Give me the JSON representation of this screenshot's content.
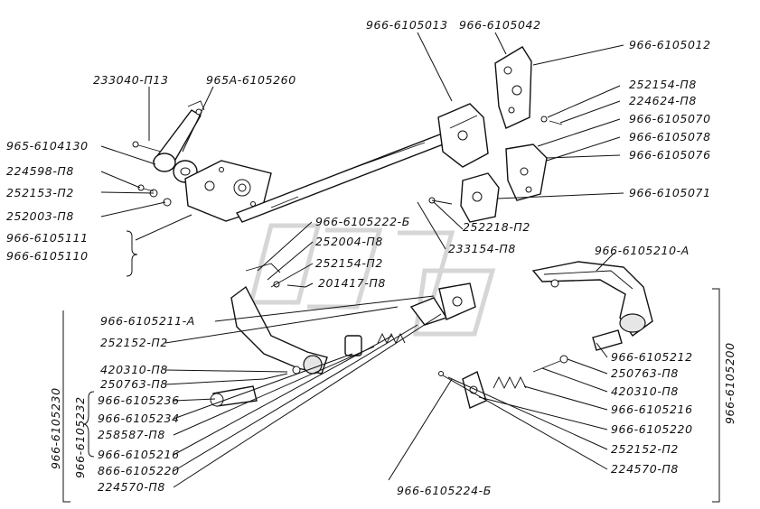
{
  "labels": {
    "l01": "966-6105013",
    "l02": "966-6105042",
    "l03": "966-6105012",
    "l04": "233040-П13",
    "l05": "965А-6105260",
    "l06": "252154-П8",
    "l07": "224624-П8",
    "l08": "966-6105070",
    "l09": "966-6105078",
    "l10": "966-6105076",
    "l11": "965-6104130",
    "l12": "224598-П8",
    "l13": "252153-П2",
    "l14": "252003-П8",
    "l15": "966-6105071",
    "l16": "966-6105111",
    "l17": "966-6105110",
    "l18": "966-6105222-Б",
    "l19": "252218-П2",
    "l20": "252004-П8",
    "l21": "233154-П8",
    "l22": "252154-П2",
    "l23": "201417-П8",
    "l24": "966-6105210-А",
    "l25": "966-6105211-А",
    "l26": "252152-П2",
    "l27": "420310-П8",
    "l28": "250763-П8",
    "l29": "966-6105236",
    "l30": "966-6105234",
    "l31": "258587-П8",
    "l32": "966-6105216",
    "l33": "866-6105220",
    "l34": "224570-П8",
    "l35": "966-6105224-Б",
    "l36": "966-6105212",
    "l37": "250763-П8",
    "l38": "420310-П8",
    "l39": "966-6105216",
    "l40": "966-6105220",
    "l41": "252152-П2",
    "l42": "224570-П8",
    "v1": "966-6105230",
    "v2": "966-6105232",
    "v3": "966-6105200"
  }
}
